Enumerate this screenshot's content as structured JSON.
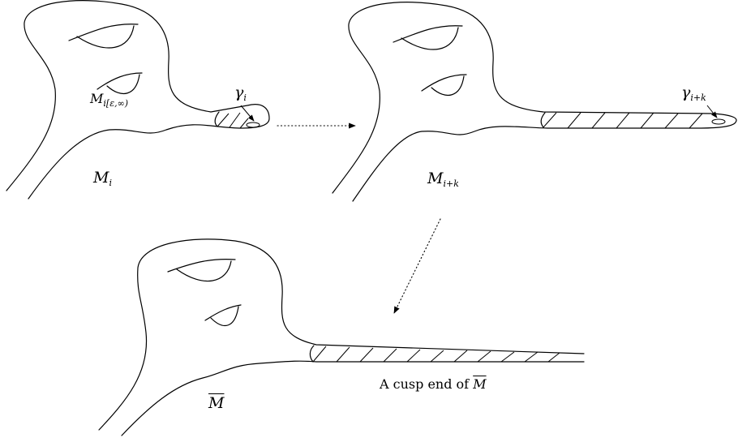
{
  "labels": {
    "m_thick_base": "M",
    "m_thick_sub": "i[ε,∞)",
    "gamma_i_base": "γ",
    "gamma_i_sub": "i",
    "m_i_base": "M",
    "m_i_sub": "i",
    "gamma_ik_base": "γ",
    "gamma_ik_sub": "i+k",
    "m_ik_base": "M",
    "m_ik_sub": "i+k",
    "m_bar": "M",
    "cusp_caption_text": "A cusp end of ",
    "cusp_caption_symbol": "M"
  }
}
